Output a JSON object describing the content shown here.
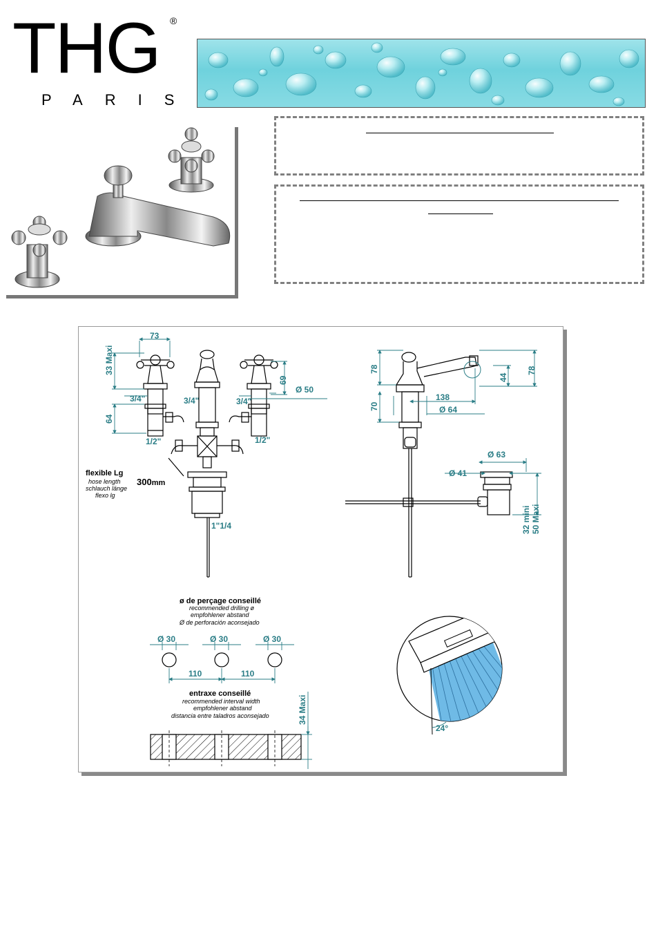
{
  "brand": {
    "name": "THG",
    "registered": "®",
    "city": "PARIS"
  },
  "dimensions": {
    "top_width": "73",
    "head_height": "33 Maxi",
    "body_height": "69",
    "base_diameter": "Ø  50",
    "thread_left": "3/4\"",
    "thread_center": "3/4\"",
    "thread_right": "3/4\"",
    "lower_height": "64",
    "inlet_left": "1/2\"",
    "inlet_right": "1/2\"",
    "waste_thread": "1\"1/4",
    "spout_height_left": "78",
    "spout_height_right": "78",
    "spout_outlet": "44",
    "body_base_height": "70",
    "spout_reach": "138",
    "spout_base_diameter": "Ø  64",
    "waste_top_diameter": "Ø  63",
    "waste_inner_diameter": "Ø  41",
    "waste_min": "32 mini",
    "waste_max": "50 Maxi",
    "spray_angle": "24°"
  },
  "hose": {
    "title": "flexible Lg",
    "en": "hose length",
    "de": "schlauch länge",
    "es": "flexo lg",
    "value": "300",
    "unit": "mm"
  },
  "drilling": {
    "title": "ø de perçage conseillé",
    "en": "recommended drilling ø",
    "de": "empfohlener abstand",
    "es": "Ø de perforación aconsejado",
    "hole_1": "Ø  30",
    "hole_2": "Ø  30",
    "hole_3": "Ø  30",
    "spacing_1": "110",
    "spacing_2": "110"
  },
  "interval": {
    "title": "entraxe conseillé",
    "en": "recommended interval width",
    "de": "empfohlener abstand",
    "es": "distancia entre taladros aconsejado",
    "max": "34 Maxi"
  },
  "colors": {
    "dimension": "#2a7d86",
    "spray": "#5fb3e3",
    "banner": "#7fd6df"
  }
}
